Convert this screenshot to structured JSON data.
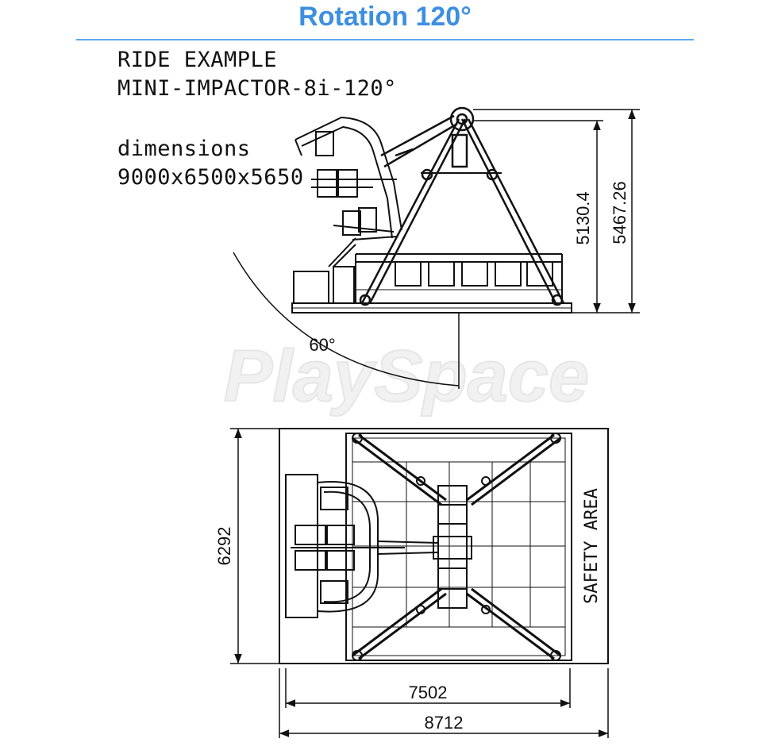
{
  "title": "Rotation 120°",
  "notes": {
    "ride_label": "RIDE EXAMPLE",
    "model": "MINI-IMPACTOR-8i-120°",
    "dimensions_label": "dimensions",
    "dimensions_value": "9000x6500x5650"
  },
  "side_view": {
    "height_inner": "5130.4",
    "height_outer": "5467.26",
    "angle": "60°"
  },
  "top_view": {
    "depth": "6292",
    "width_inner": "7502",
    "width_outer": "8712",
    "zone_label": "SAFETY AREA"
  },
  "watermark": "PlaySpace",
  "colors": {
    "title": "#3d8fe0",
    "rule": "#5aaaf0",
    "line": "#111111"
  }
}
